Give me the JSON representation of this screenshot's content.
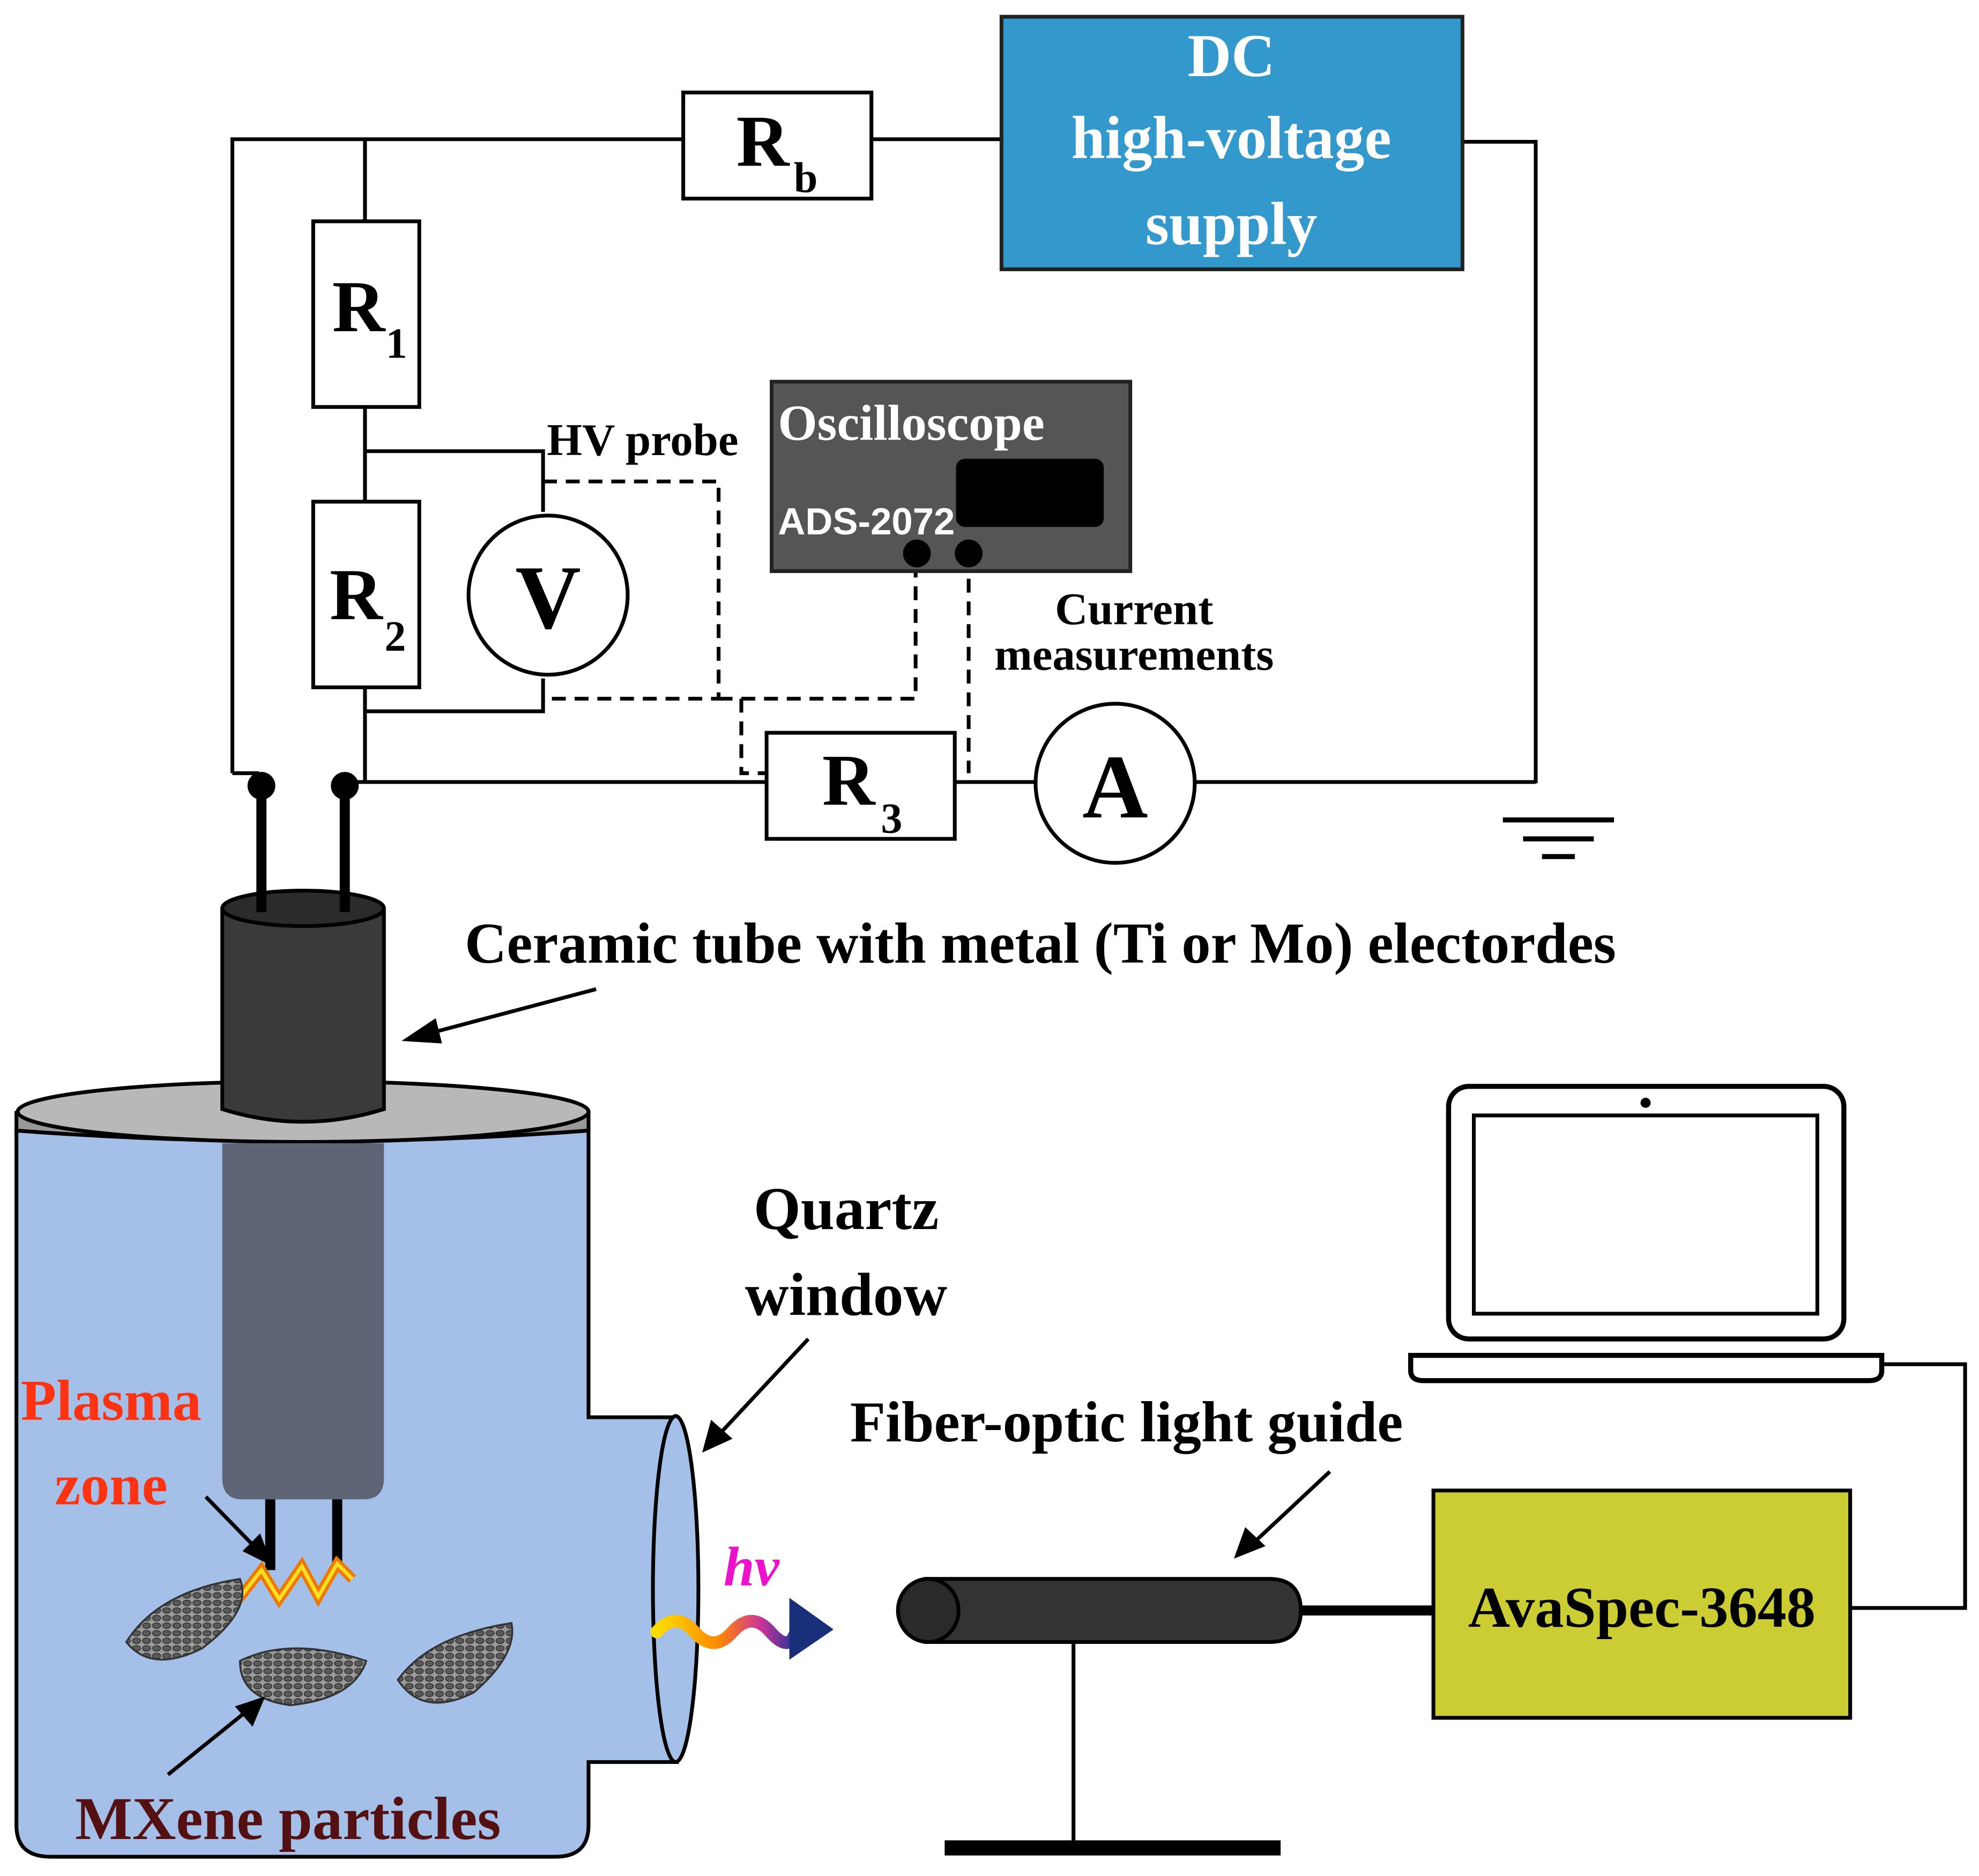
{
  "supply": {
    "line1": "DC",
    "line2": "high-voltage",
    "line3": "supply",
    "color": "#3399cc"
  },
  "resistors": {
    "rb": {
      "main": "R",
      "sub": "b"
    },
    "r1": {
      "main": "R",
      "sub": "1"
    },
    "r2": {
      "main": "R",
      "sub": "2"
    },
    "r3": {
      "main": "R",
      "sub": "3"
    }
  },
  "meters": {
    "voltmeter": "V",
    "ammeter": "A"
  },
  "labels": {
    "hv_probe": "HV probe",
    "current_line1": "Current",
    "current_line2": "measurements",
    "ceramic_tube": "Ceramic tube with metal (Ti or Mo) electordes",
    "quartz_line1": "Quartz",
    "quartz_line2": "window",
    "plasma_line1": "Plasma",
    "plasma_line2": "zone",
    "mxene": "MXene particles",
    "fiber": "Fiber-optic light guide",
    "hv": "hv"
  },
  "oscilloscope": {
    "title": "Oscilloscope",
    "model": "ADS-2072",
    "color": "#555555"
  },
  "spectrometer": {
    "label": "AvaSpec-3648",
    "color": "#cccc33"
  },
  "colors": {
    "liquid": "#a4bfe8",
    "plasma_text": "#ff3311",
    "mxene_text": "#551111",
    "hv_text": "#ee11cc"
  }
}
